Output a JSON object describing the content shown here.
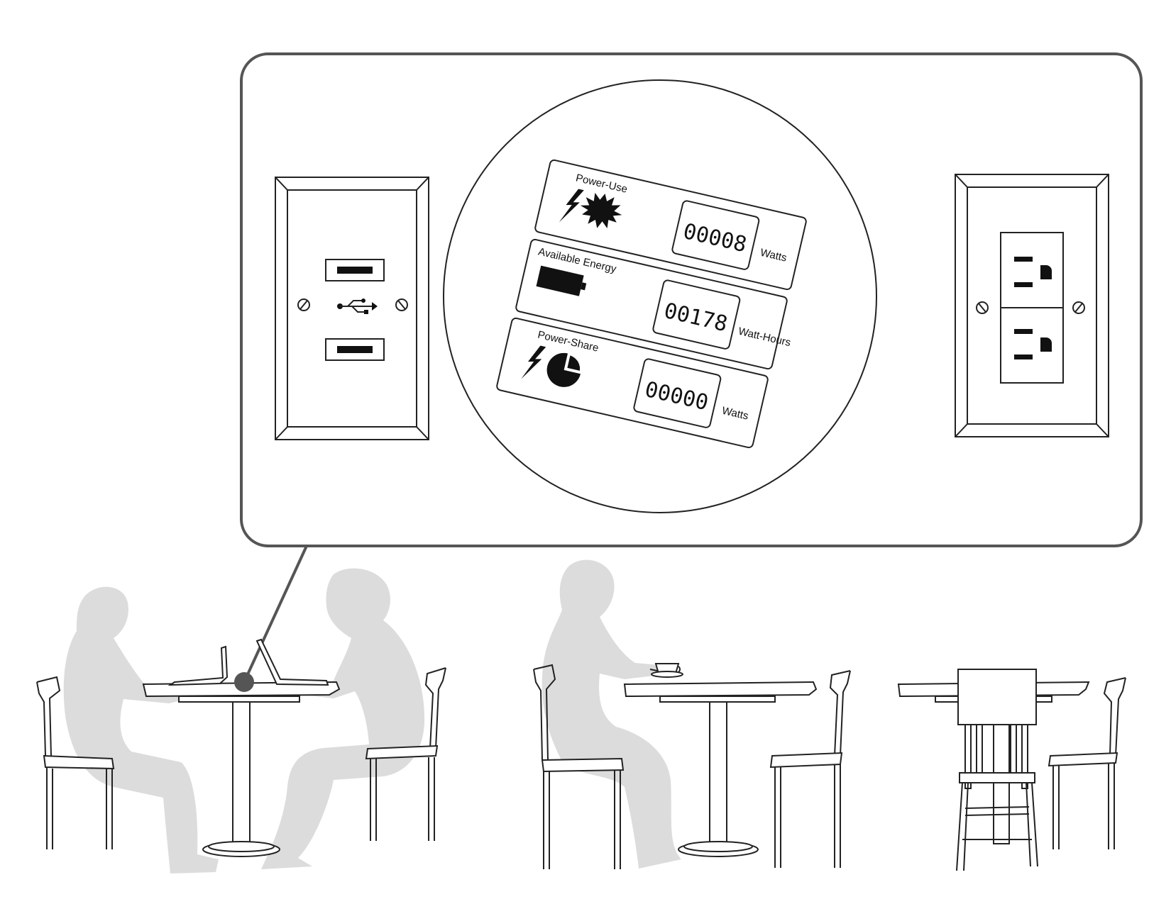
{
  "panels": [
    {
      "label": "Power-Use",
      "value": "00008",
      "unit": "Watts"
    },
    {
      "label": "Available Energy",
      "value": "00178",
      "unit": "Watt-Hours"
    },
    {
      "label": "Power-Share",
      "value": "00000",
      "unit": "Watts"
    }
  ],
  "icons": {
    "usb_plate": [
      "usb-port-icon",
      "usb-symbol-icon",
      "usb-port-icon",
      "screw-icon"
    ],
    "panel_icons": [
      "lightning-bolt-icon",
      "starburst-icon",
      "battery-icon",
      "pie-chart-icon"
    ],
    "outlet_plate": [
      "outlet-socket-icon",
      "screw-icon"
    ]
  },
  "colors": {
    "line": "#222222",
    "callout_border": "#555555",
    "silhouette": "#dcdcdc",
    "connector": "#555555"
  }
}
